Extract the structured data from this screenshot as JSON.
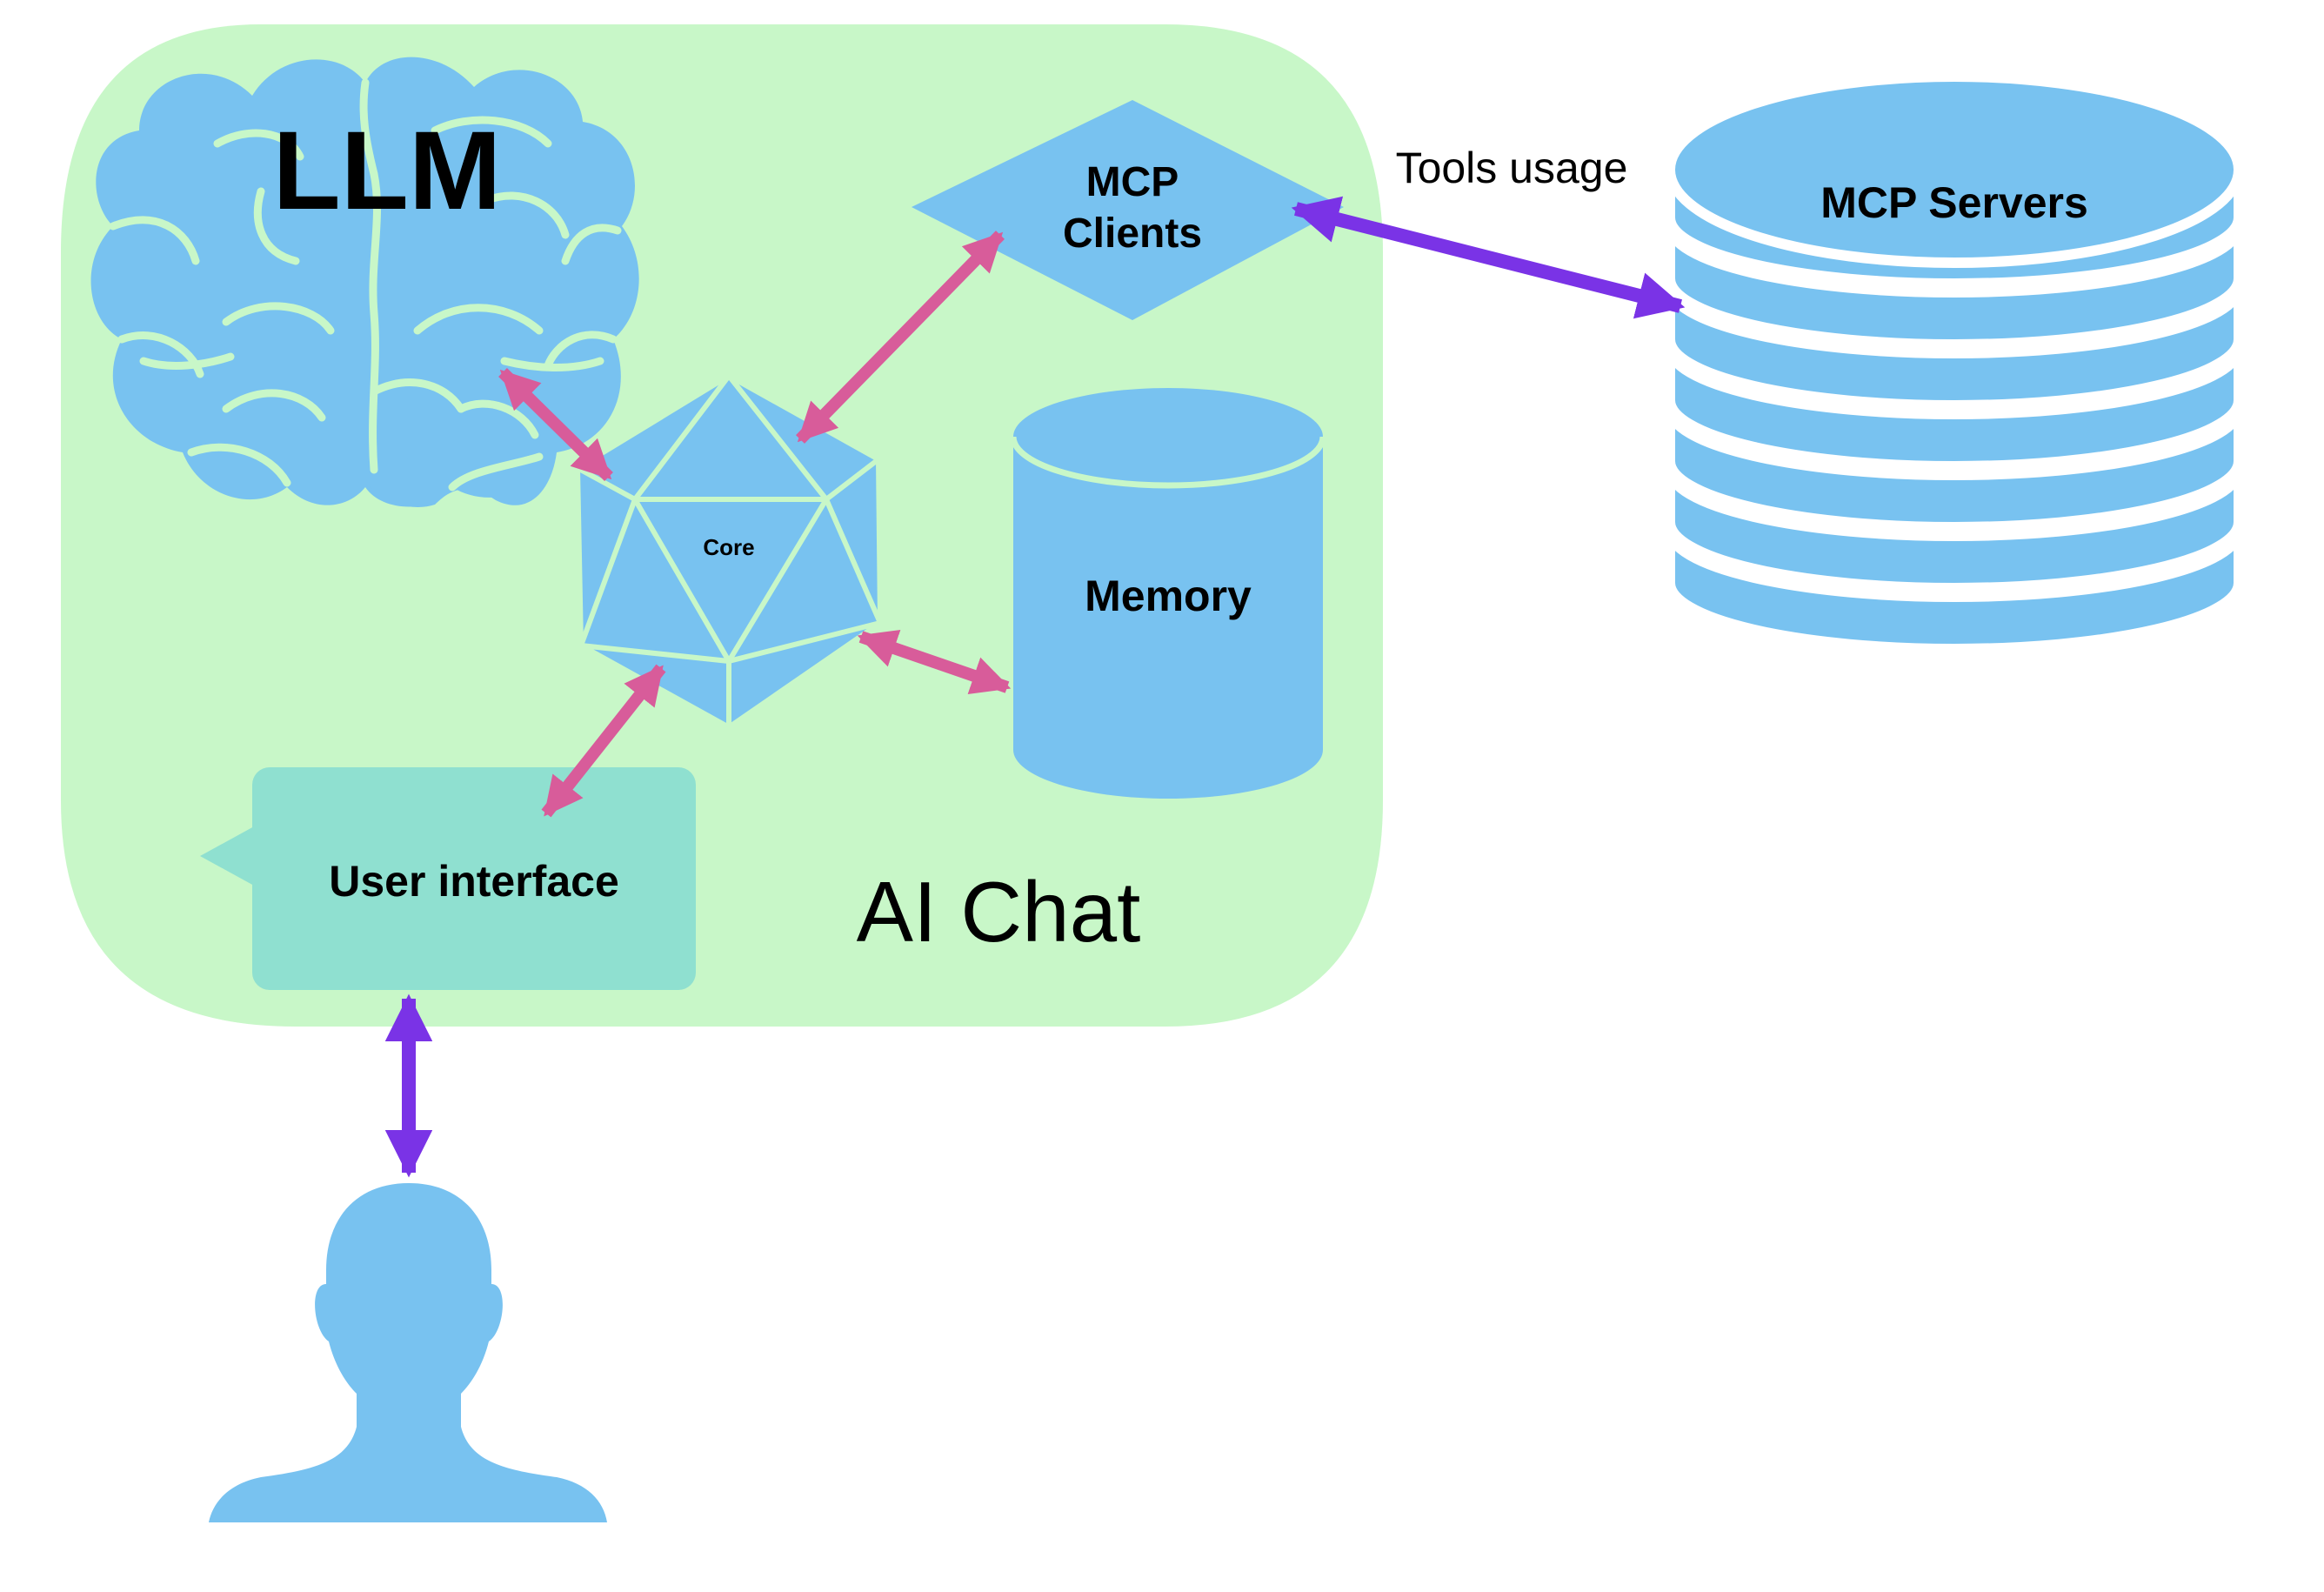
{
  "colors": {
    "background": "#ffffff",
    "container_fill": "#c8f7c8",
    "shape_fill": "#78c2f0",
    "ui_fill": "#8fe0d0",
    "line_accent": "#c8f7c8",
    "inner_arrow": "#d85c9a",
    "outer_arrow": "#7a33e6",
    "text": "#000000"
  },
  "container": {
    "label": "AI Chat"
  },
  "nodes": {
    "llm": {
      "label": "LLM",
      "icon": "brain-icon"
    },
    "core": {
      "label": "Core",
      "icon": "icosahedron-icon"
    },
    "mcp_clients": {
      "label_line1": "MCP",
      "label_line2": "Clients",
      "icon": "diamond-shape"
    },
    "memory": {
      "label": "Memory",
      "icon": "cylinder-icon"
    },
    "user_interface": {
      "label": "User interface",
      "icon": "speech-bubble-shape"
    },
    "mcp_servers": {
      "label": "MCP Servers",
      "icon": "database-stack-icon"
    },
    "user": {
      "icon": "person-icon"
    }
  },
  "edges": {
    "tools_usage": {
      "label": "Tools usage"
    }
  }
}
